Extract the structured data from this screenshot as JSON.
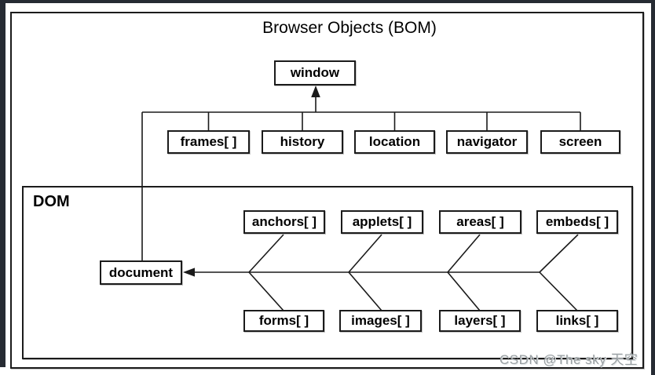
{
  "page": {
    "title": "Browser Objects (BOM)",
    "watermark": "CSDN @The sky 天空"
  },
  "nodes": {
    "window": "window",
    "bom_children": [
      "frames[ ]",
      "history",
      "location",
      "navigator",
      "screen"
    ],
    "dom": {
      "label": "DOM",
      "document": "document",
      "top_collections": [
        "anchors[ ]",
        "applets[ ]",
        "areas[ ]",
        "embeds[ ]"
      ],
      "bottom_collections": [
        "forms[ ]",
        "images[ ]",
        "layers[ ]",
        "links[ ]"
      ]
    }
  },
  "colors": {
    "background": "#262b33",
    "page": "#ffffff",
    "line": "#1a1a1a",
    "watermark": "#9aa0a3"
  }
}
